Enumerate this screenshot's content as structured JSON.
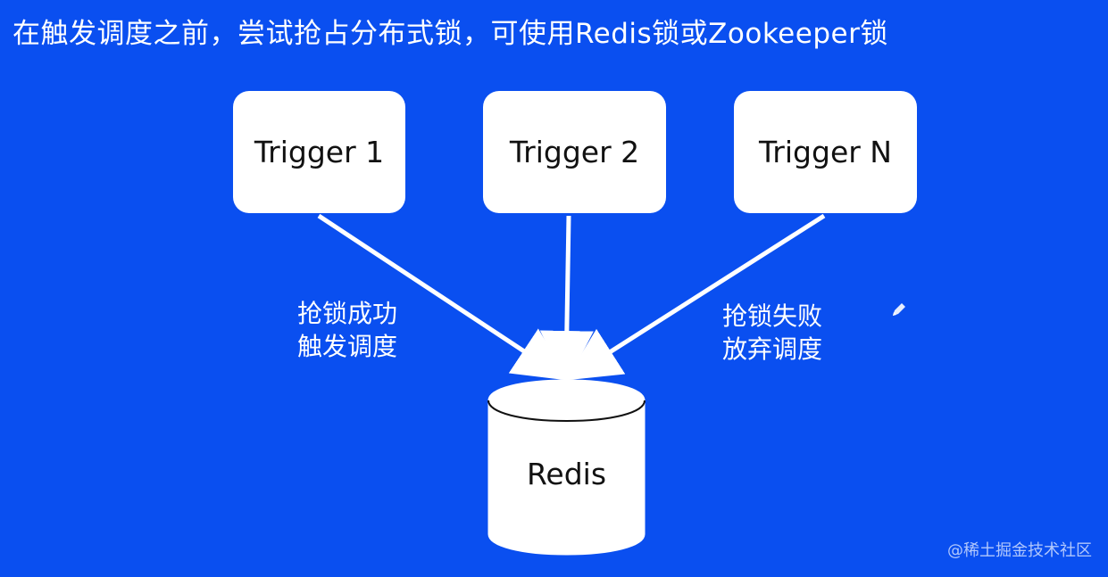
{
  "title": "在触发调度之前，尝试抢占分布式锁，可使用Redis锁或Zookeeper锁",
  "nodes": {
    "trigger_1": "Trigger 1",
    "trigger_2": "Trigger 2",
    "trigger_n": "Trigger N",
    "redis": "Redis"
  },
  "labels": {
    "success_line1": "抢锁成功",
    "success_line2": "触发调度",
    "fail_line1": "抢锁失败",
    "fail_line2": "放弃调度"
  },
  "watermark": "@稀土掘金技术社区",
  "colors": {
    "background": "#0a4ff0",
    "node_fill": "#ffffff",
    "edge": "#ffffff",
    "text_dark": "#111111"
  },
  "icons": {
    "edit": "pencil-icon"
  }
}
